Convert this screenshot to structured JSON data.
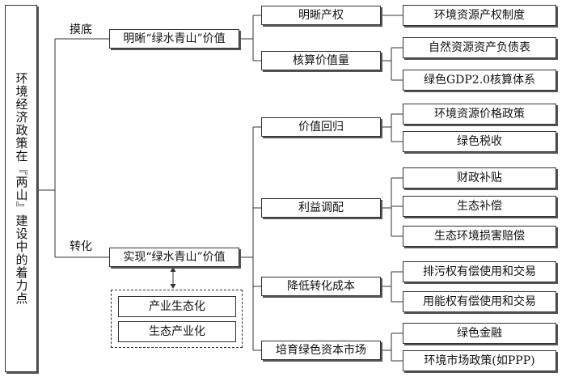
{
  "root": "环境经济政策在『两山』建设中的着力点",
  "branches": [
    {
      "edge_label": "摸底",
      "title": "明晰“绿水青山”价值",
      "groups": [
        {
          "title": "明晰产权",
          "items": [
            "环境资源产权制度"
          ]
        },
        {
          "title": "核算价值量",
          "items": [
            "自然资源资产负债表",
            "绿色GDP2.0核算体系"
          ]
        }
      ]
    },
    {
      "edge_label": "转化",
      "title": "实现“绿水青山”价值",
      "side_items": [
        "产业生态化",
        "生态产业化"
      ],
      "groups": [
        {
          "title": "价值回归",
          "items": [
            "环境资源价格政策",
            "绿色税收"
          ]
        },
        {
          "title": "利益调配",
          "items": [
            "财政补贴",
            "生态补偿",
            "生态环境损害赔偿"
          ]
        },
        {
          "title": "降低转化成本",
          "items": [
            "排污权有偿使用和交易",
            "用能权有偿使用和交易"
          ]
        },
        {
          "title": "培育绿色资本市场",
          "items": [
            "绿色金融",
            "环境市场政策(如PPP)"
          ]
        }
      ]
    }
  ]
}
